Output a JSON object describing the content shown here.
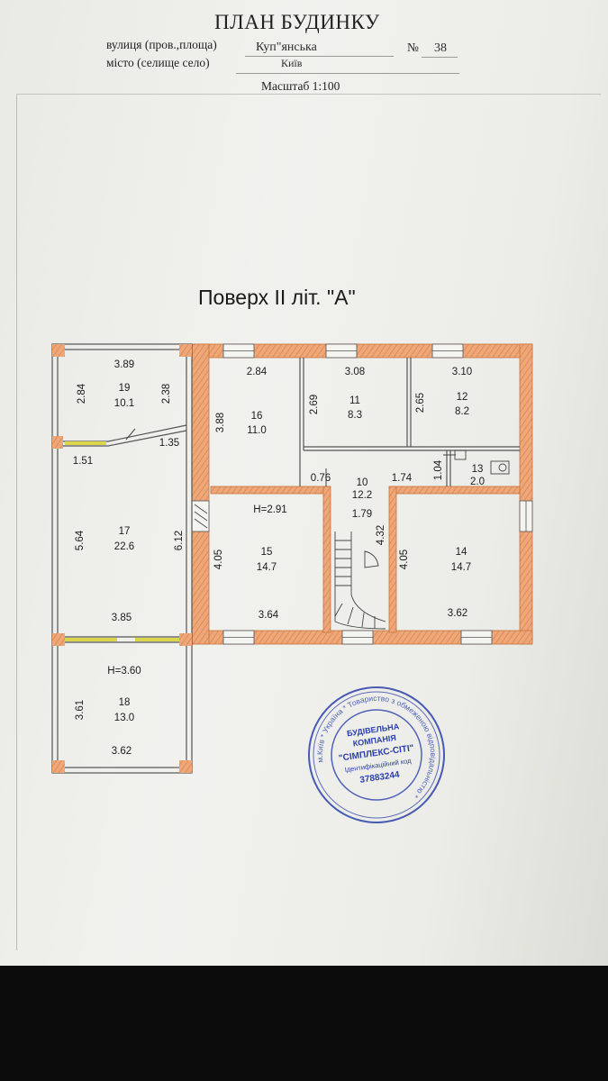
{
  "header": {
    "title": "ПЛАН БУДИНКУ",
    "street_label": "вулиця (пров.,площа)",
    "street_value": "Куп\"янська",
    "number_label": "№",
    "number_value": "38",
    "city_label": "місто (селище село)",
    "city_value": "Київ",
    "scale": "Масштаб 1:100"
  },
  "floor_title": "Поверх II  літ. \"А\"",
  "rooms": {
    "r19": {
      "num": "19",
      "area": "10.1",
      "top": "3.89",
      "left": "2.84",
      "right": "2.38"
    },
    "r17": {
      "num": "17",
      "area": "22.6",
      "top1": "1.51",
      "top2": "1.35",
      "left": "5.64",
      "right": "6.12",
      "bottom": "3.85"
    },
    "r18": {
      "num": "18",
      "area": "13.0",
      "height": "H=3.60",
      "left": "3.61",
      "bottom": "3.62"
    },
    "r16": {
      "num": "16",
      "area": "11.0",
      "top": "2.84",
      "left": "3.88"
    },
    "r11": {
      "num": "11",
      "area": "8.3",
      "top": "3.08",
      "left": "2.69"
    },
    "r12": {
      "num": "12",
      "area": "8.2",
      "top": "3.10",
      "left": "2.65"
    },
    "r13": {
      "num": "13",
      "area": "2.0",
      "side": "1.04"
    },
    "r10": {
      "num": "10",
      "area": "12.2",
      "dim1": "0.76",
      "dim2": "1.74",
      "dim3": "1.79",
      "dim4": "4.32"
    },
    "r15": {
      "num": "15",
      "area": "14.7",
      "height": "H=2.91",
      "left": "4.05",
      "bottom": "3.64"
    },
    "r14": {
      "num": "14",
      "area": "14.7",
      "left": "4.05",
      "bottom": "3.62"
    }
  },
  "stamp": {
    "line1": "БУДІВЕЛЬНА",
    "line2": "КОМПАНІЯ",
    "line3": "\"СІМПЛЕКС-СІТІ\"",
    "line4": "Ідентифікаційний код",
    "line5": "37883244",
    "ring": "м.Київ * Україна * Товариство з обмеженою відповідальністю *"
  },
  "colors": {
    "wall": "#e8a070",
    "wall_edge": "#c8743c",
    "stamp": "#2a3fa8",
    "window": "#e3e36c"
  }
}
